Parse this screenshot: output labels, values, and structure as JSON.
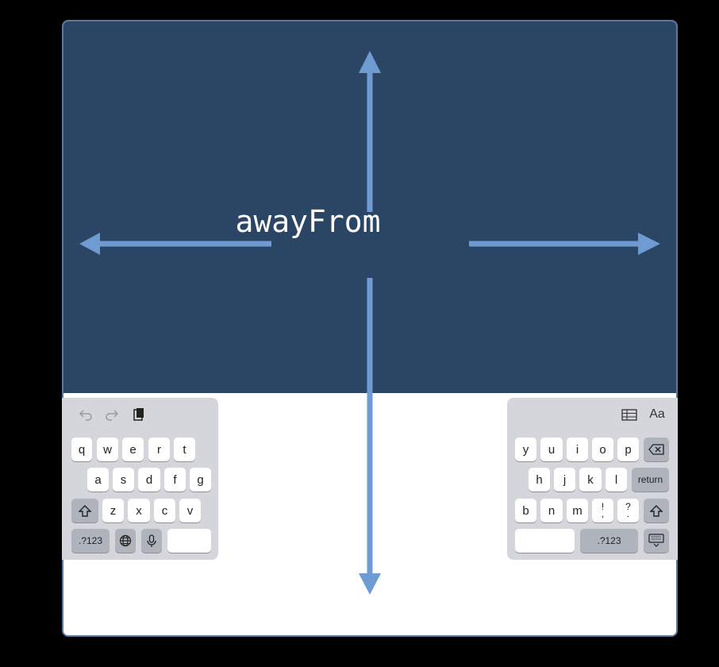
{
  "canvas": {
    "center_label": "awayFrom",
    "colors": {
      "top_region": "#2b4564",
      "arrow": "#6f9bd3",
      "keyboard_bg": "#d4d6dc",
      "key": "#ffffff",
      "key_dark": "#aeb3bc"
    }
  },
  "left_keyboard": {
    "toolbar": {
      "undo_icon": "undo-icon",
      "redo_icon": "redo-icon",
      "paste_icon": "clipboard-icon"
    },
    "row1": [
      "q",
      "w",
      "e",
      "r",
      "t"
    ],
    "row2": [
      "a",
      "s",
      "d",
      "f",
      "g"
    ],
    "row3": [
      "z",
      "x",
      "c",
      "v"
    ],
    "numbers_key": ".?123",
    "shift_icon": "shift-icon",
    "globe_icon": "globe-icon",
    "mic_icon": "microphone-icon"
  },
  "right_keyboard": {
    "toolbar": {
      "table_icon": "table-icon",
      "format_label": "Aa"
    },
    "row1": [
      "y",
      "u",
      "i",
      "o",
      "p"
    ],
    "row2": [
      "h",
      "j",
      "k",
      "l"
    ],
    "return_key": "return",
    "row3": [
      "b",
      "n",
      "m"
    ],
    "punct1": {
      "top": "!",
      "bottom": ","
    },
    "punct2": {
      "top": "?",
      "bottom": "."
    },
    "numbers_key": ".?123",
    "delete_icon": "delete-icon",
    "shift_icon": "shift-icon",
    "dismiss_icon": "keyboard-dismiss-icon"
  }
}
